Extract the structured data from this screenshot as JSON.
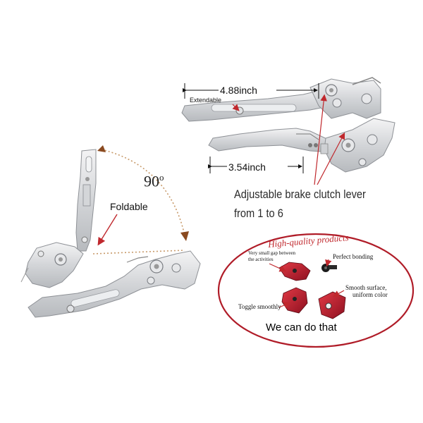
{
  "annotations": {
    "length_extended": "4.88inch",
    "extendable": "Extendable",
    "length_short": "3.54inch",
    "angle_value": "90",
    "angle_unit": "o",
    "foldable": "Foldable",
    "adjustable_line1": "Adjustable brake clutch lever",
    "adjustable_line2": "from 1 to 6"
  },
  "quality_panel": {
    "title": "High-quality products",
    "small_gap_line1": "Very small gap between",
    "small_gap_line2": "the activities",
    "bonding": "Perfect bonding",
    "smooth_line1": "Smooth surface,",
    "smooth_line2": "uniform color",
    "toggle": "Toggle smoothly",
    "slogan": "We can do that"
  },
  "colors": {
    "metal": "#d9dadc",
    "metal_edge": "#8e9196",
    "arrow_red": "#c0282d",
    "anodized_red": "#b3182a",
    "dotted": "#c89a6a"
  }
}
